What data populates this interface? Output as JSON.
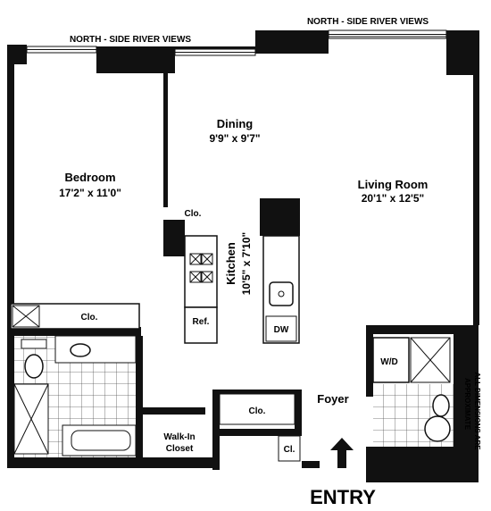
{
  "views": {
    "left": "NORTH - SIDE RIVER VIEWS",
    "right": "NORTH - SIDE RIVER VIEWS"
  },
  "rooms": {
    "bedroom": {
      "name": "Bedroom",
      "size": "17'2\" x 11'0\""
    },
    "dining": {
      "name": "Dining",
      "size": "9'9\" x 9'7\""
    },
    "living": {
      "name": "Living Room",
      "size": "20'1\" x 12'5\""
    },
    "kitchen": {
      "name": "Kitchen",
      "size": "10'5\" x 7'10\""
    },
    "foyer": {
      "name": "Foyer"
    },
    "walkin": {
      "line1": "Walk-In",
      "line2": "Closet"
    }
  },
  "fixtures": {
    "clo_kitchen": "Clo.",
    "clo_bedroom": "Clo.",
    "clo_foyer": "Clo.",
    "cl": "Cl.",
    "ref": "Ref.",
    "dw": "DW",
    "wd": "W/D"
  },
  "note": {
    "line1": "ALL DIMENSIONS ARE",
    "line2": "APPROXIMATE"
  },
  "entry": "ENTRY"
}
